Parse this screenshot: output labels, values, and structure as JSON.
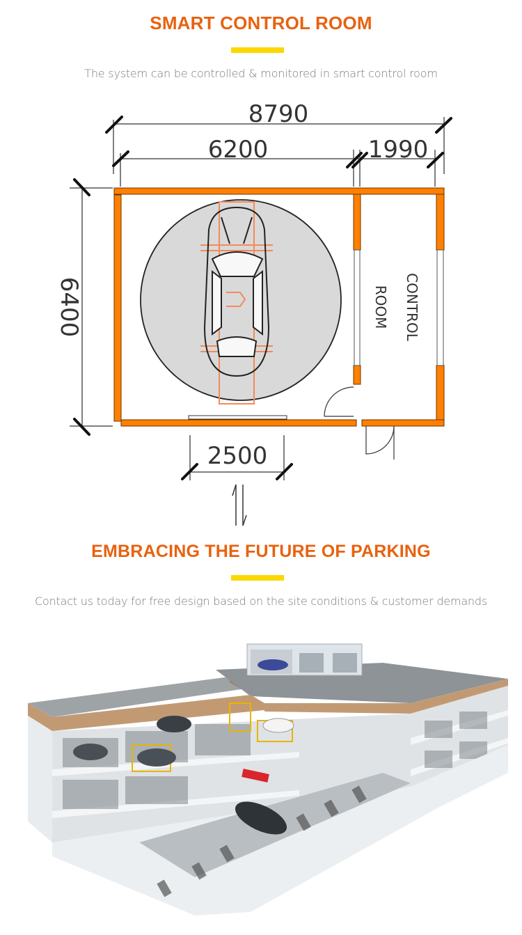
{
  "section1": {
    "title": "SMART CONTROL ROOM",
    "subtitle": "The system can be controlled & monitored in smart control room"
  },
  "floor_plan": {
    "dimensions": {
      "total_width": "8790",
      "parking_width": "6200",
      "control_room_width": "1990",
      "depth": "6400",
      "entrance_width": "2500"
    },
    "room_label_line1": "CONTROL",
    "room_label_line2": "ROOM",
    "colors": {
      "wall": "#ff8000",
      "turntable": "#d9d9d9",
      "frame": "#f48a5a"
    }
  },
  "section2": {
    "title": "EMBRACING THE FUTURE OF PARKING",
    "subtitle": "Contact us today for free design based on the site conditions & customer demands"
  },
  "illustration": {
    "alt": "3D cutaway of automated multi-level parking garage with rooftop entry cabin"
  },
  "colors": {
    "accent": "#e8620f",
    "divider": "#fcd800",
    "subtitle": "#7a7a7a"
  }
}
